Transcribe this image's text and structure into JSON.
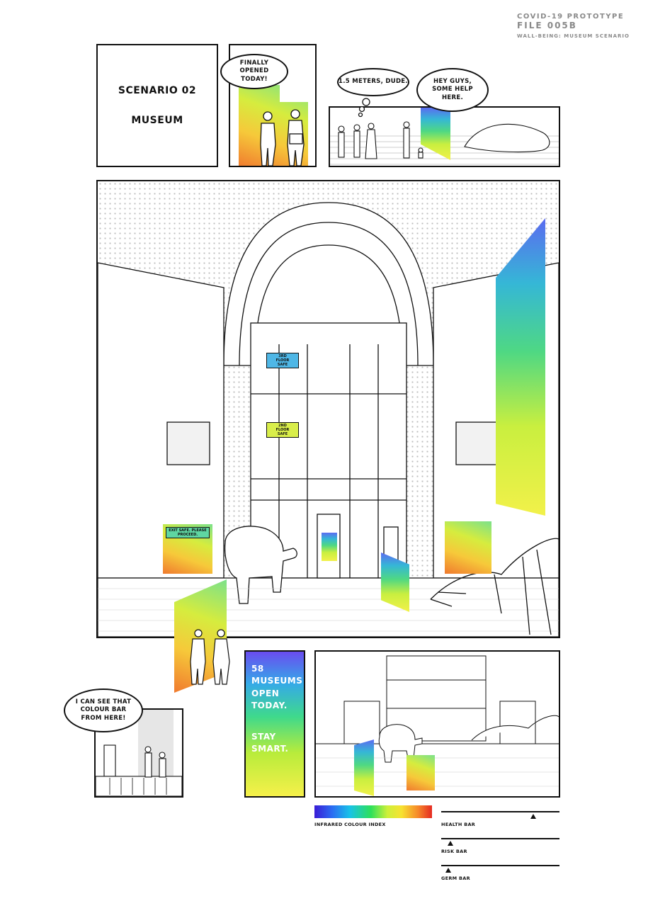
{
  "header": {
    "line1": "COVID-19 PROTOTYPE",
    "line2": "FILE 005B",
    "line3": "WALL-BEING: MUSEUM SCENARIO"
  },
  "title_panel": {
    "scenario": "SCENARIO 02",
    "name": "MUSEUM"
  },
  "bubbles": {
    "finally_opened": "FINALLY OPENED TODAY!",
    "distance": "1.5 METERS, DUDE.",
    "help": "HEY GUYS, SOME HELP HERE.",
    "colour_bar": "I CAN SEE THAT COLOUR BAR FROM HERE!"
  },
  "signs": {
    "third_floor": "3RD FLOOR SAFE",
    "second_floor": "2ND FLOOR SAFE",
    "exit": "EXIT SAFE. PLEASE PROCEED."
  },
  "message_panel": {
    "text1": "58 MUSEUMS OPEN TODAY.",
    "text2": "STAY SMART."
  },
  "legend": {
    "infrared_label": "INFRARED COLOUR INDEX",
    "bars": [
      {
        "label": "HEALTH BAR",
        "level": 0.78
      },
      {
        "label": "RISK BAR",
        "level": 0.08
      },
      {
        "label": "GERM BAR",
        "level": 0.06
      }
    ]
  },
  "colors": {
    "ink": "#111111",
    "sign_blue": "#4fb7e6",
    "sign_yellow": "#d9ee4a"
  }
}
